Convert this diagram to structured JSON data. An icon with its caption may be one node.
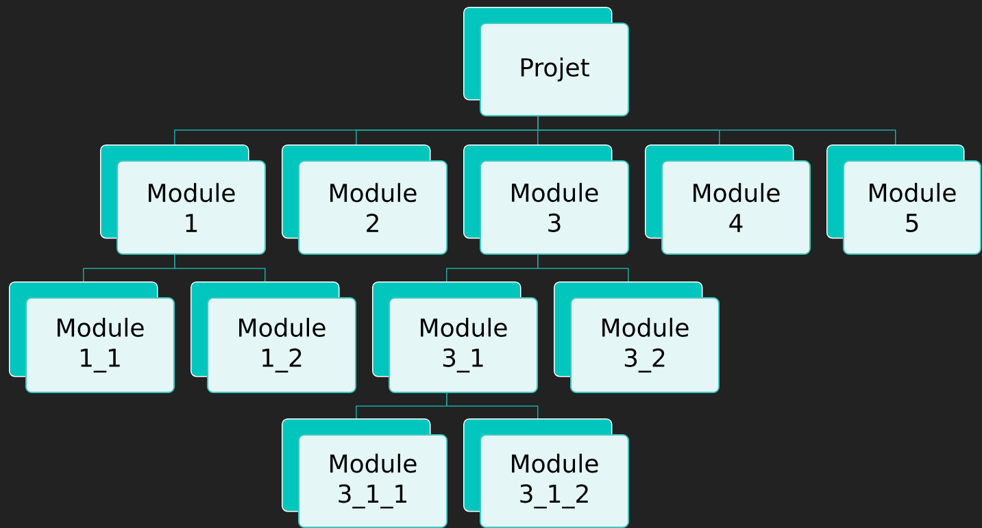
{
  "diagram": {
    "nodes": [
      {
        "text": [
          "Projet"
        ]
      },
      {
        "text": [
          "Module 1"
        ]
      },
      {
        "text": [
          "Module 2"
        ]
      },
      {
        "text": [
          "Module 3"
        ]
      },
      {
        "text": [
          "Module 4"
        ]
      },
      {
        "text": [
          "Module 5"
        ]
      },
      {
        "text": [
          "Module 1_1"
        ]
      },
      {
        "text": [
          "Module 1_2"
        ]
      },
      {
        "text": [
          "Module 3_1"
        ]
      },
      {
        "text": [
          "Module 3_2"
        ]
      },
      {
        "text": [
          "Module 3_1_1"
        ]
      },
      {
        "text": [
          "Module 3_1_2"
        ]
      }
    ],
    "edges": [
      {
        "from": 0,
        "to": 1,
        "arrow": "none"
      },
      {
        "from": 0,
        "to": 2,
        "arrow": "none"
      },
      {
        "from": 0,
        "to": 3,
        "arrow": "none"
      },
      {
        "from": 0,
        "to": 4,
        "arrow": "none"
      },
      {
        "from": 0,
        "to": 5,
        "arrow": "none"
      },
      {
        "from": 1,
        "to": 6,
        "arrow": "none"
      },
      {
        "from": 1,
        "to": 7,
        "arrow": "none"
      },
      {
        "from": 3,
        "to": 8,
        "arrow": "none"
      },
      {
        "from": 3,
        "to": 9,
        "arrow": "none"
      },
      {
        "from": 8,
        "to": 10,
        "arrow": "none"
      },
      {
        "from": 8,
        "to": 11,
        "arrow": "none"
      }
    ]
  }
}
